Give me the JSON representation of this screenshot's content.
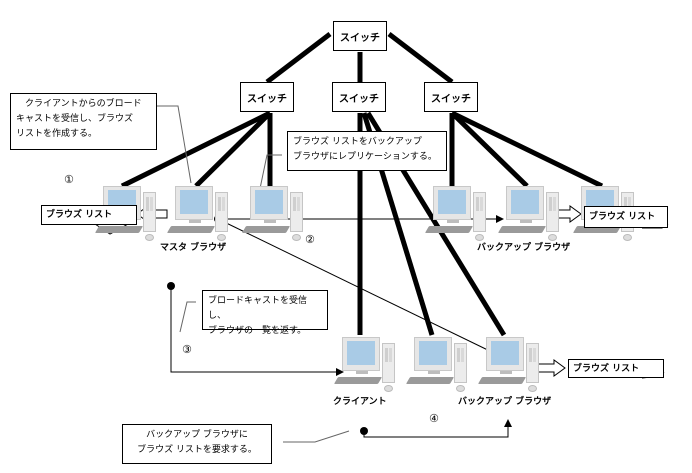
{
  "diagram": {
    "switches": {
      "top": "スイッチ",
      "left": "スイッチ",
      "middle": "スイッチ",
      "right": "スイッチ"
    },
    "notes": {
      "master_creates_list": "　クライアントからのブロード\nキャストを受信し、ブラウズ\nリストを作成する。",
      "replicate": "ブラウズ リストをバックアップ\nブラウザにレプリケーションする。",
      "broadcast_reply": "ブロードキャストを受信し、\nブラウザの一覧を返す。",
      "request_list": "バックアップ ブラウザに\nブラウズ リストを要求する。"
    },
    "labels": {
      "master_browser": "マスタ ブラウザ",
      "backup_browser_top": "バックアップ ブラウザ",
      "client": "クライアント",
      "backup_browser_bottom": "バックアップ ブラウザ"
    },
    "browse_list_callouts": {
      "left": "ブラウズ リスト",
      "top_right": "ブラウズ リスト",
      "bottom_right": "ブラウズ リスト"
    },
    "step_numbers": {
      "step1": "①",
      "step2": "②",
      "step3": "③",
      "step4": "④"
    },
    "colors": {
      "screen": "#a9cbe6",
      "line": "#000000"
    }
  }
}
